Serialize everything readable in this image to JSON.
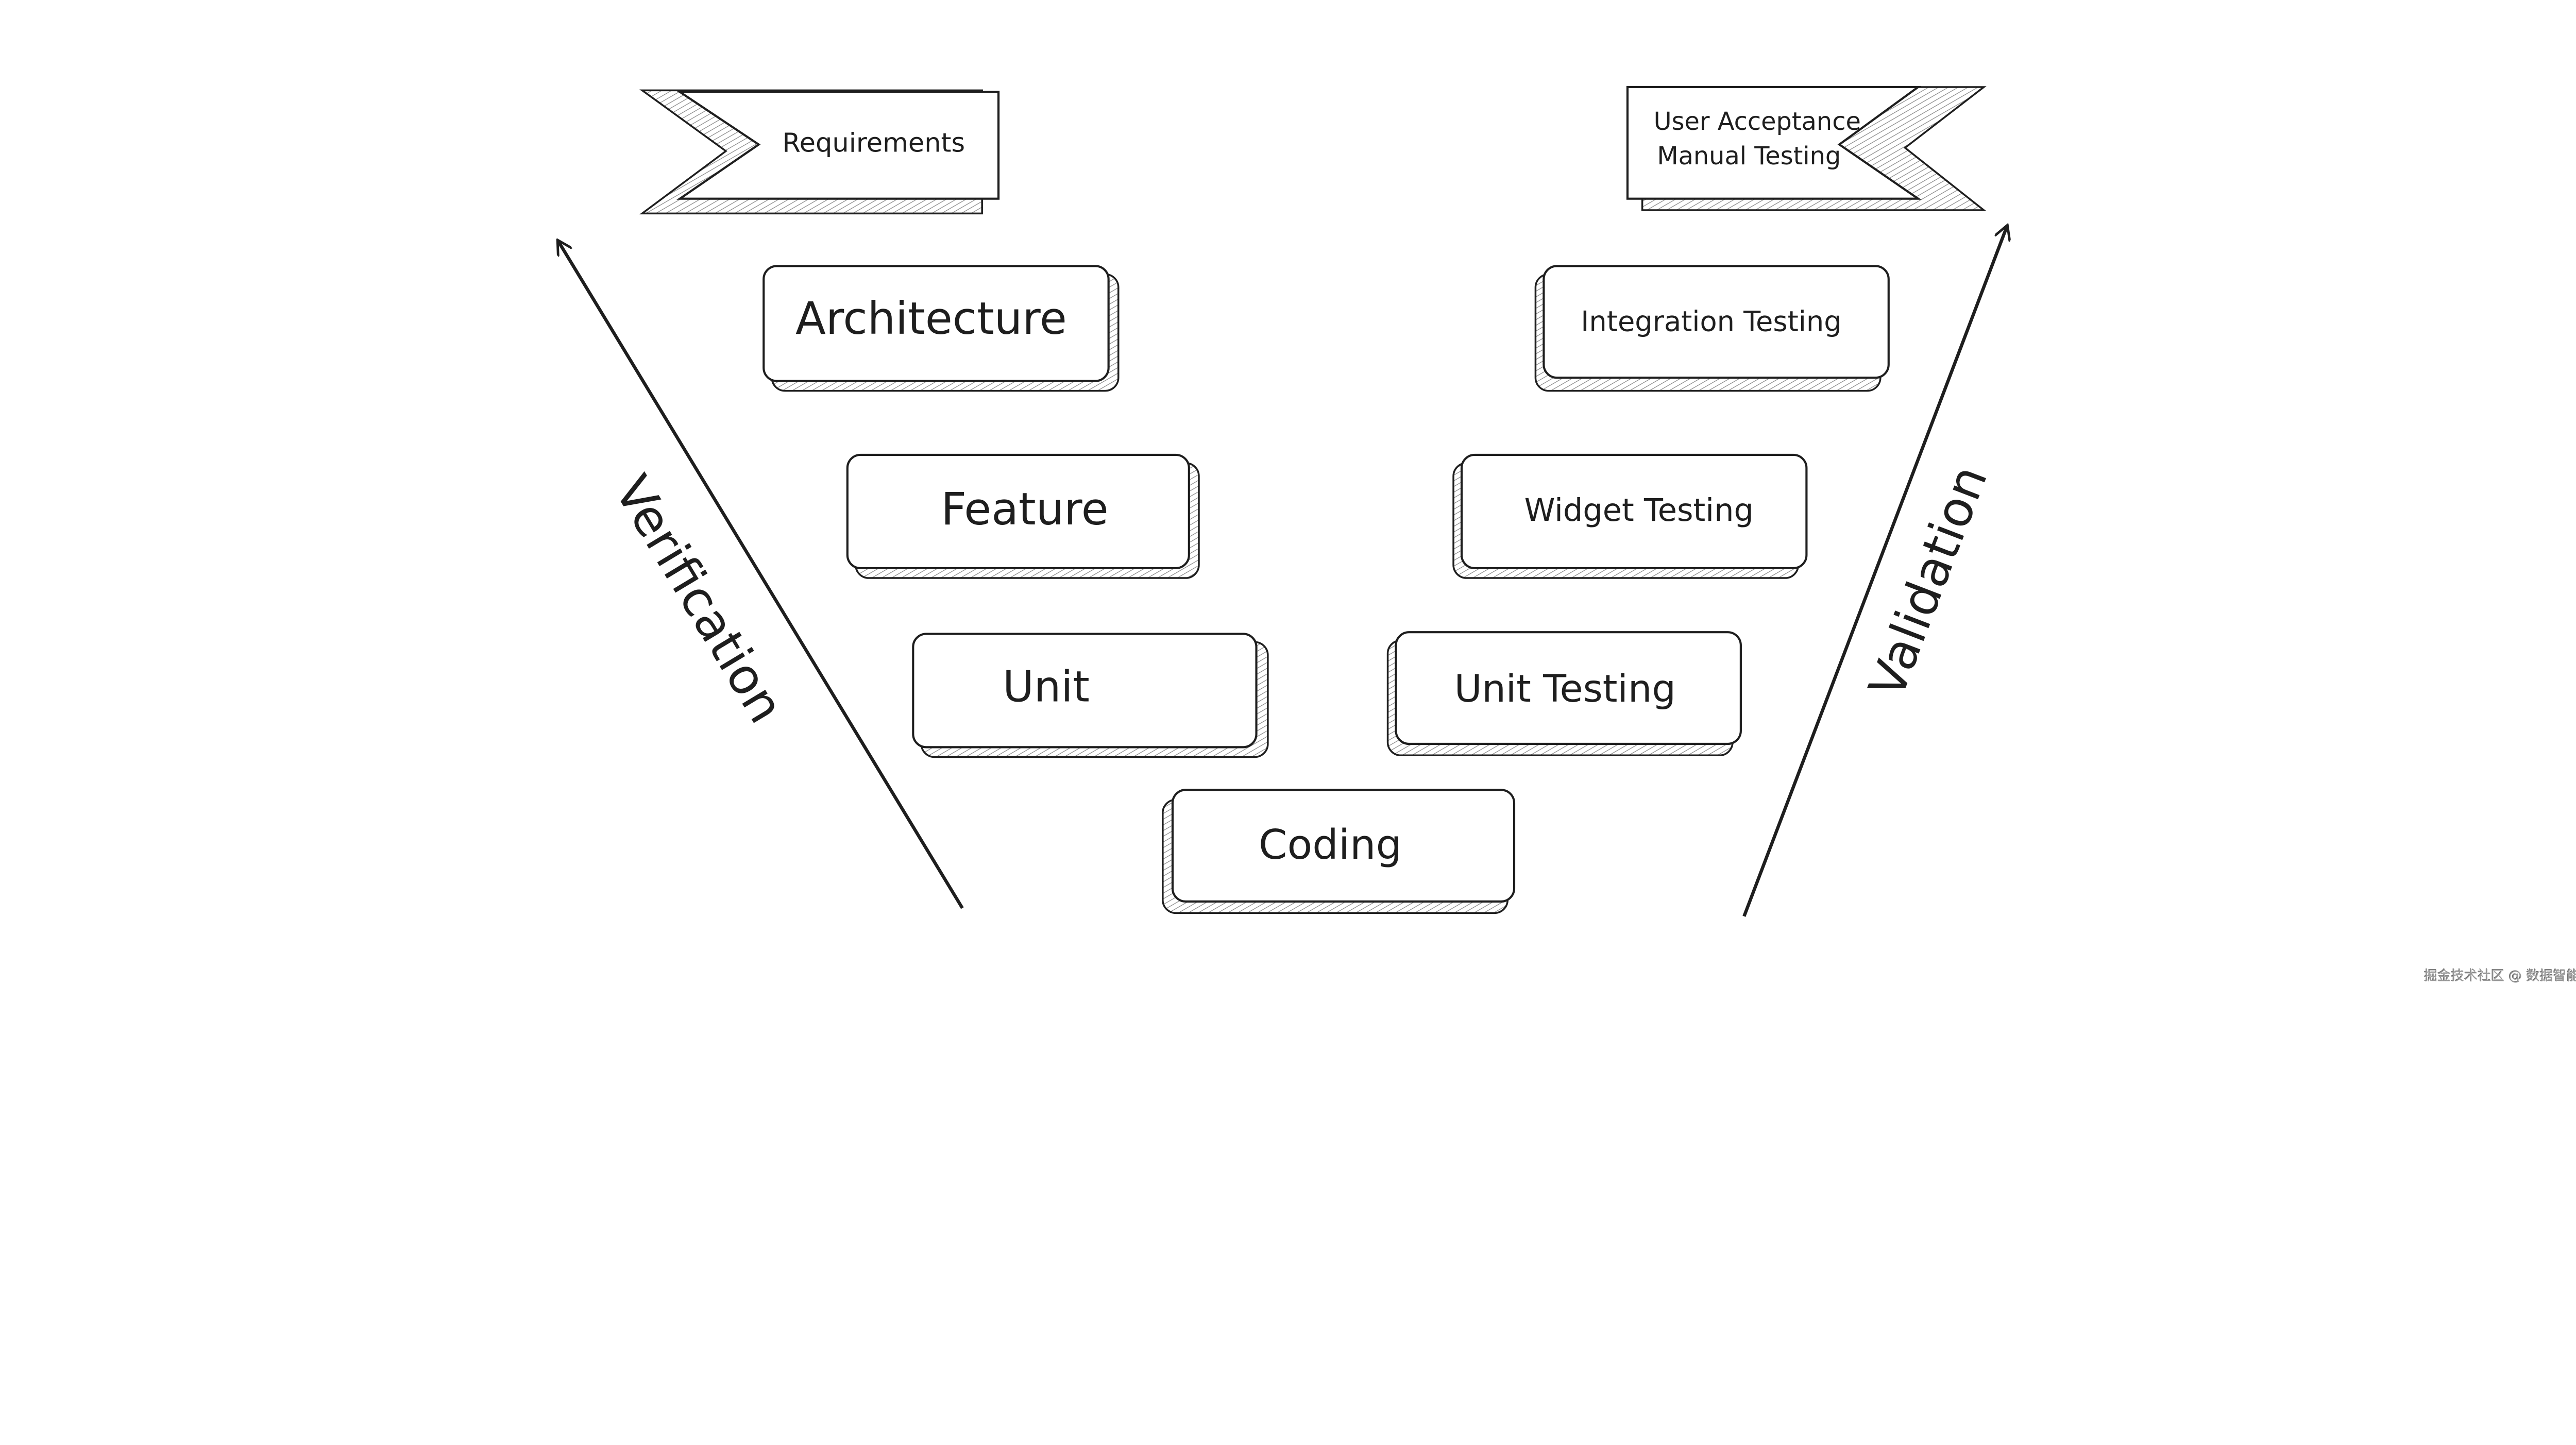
{
  "diagram": {
    "left_flag": {
      "label": "Requirements"
    },
    "right_flag": {
      "line1": "User Acceptance",
      "line2": "Manual Testing"
    },
    "left_boxes": [
      {
        "label": "Architecture"
      },
      {
        "label": "Feature"
      },
      {
        "label": "Unit"
      }
    ],
    "bottom_box": {
      "label": "Coding"
    },
    "right_boxes": [
      {
        "label": "Integration Testing"
      },
      {
        "label": "Widget Testing"
      },
      {
        "label": "Unit Testing"
      }
    ],
    "left_arrow_label": "Verification",
    "right_arrow_label": "Validation",
    "colors": {
      "stroke": "#1e1e1e",
      "hatch": "#8a8a8a",
      "background": "#ffffff"
    }
  },
  "watermark": "掘金技术社区 @ 数据智能老司机"
}
